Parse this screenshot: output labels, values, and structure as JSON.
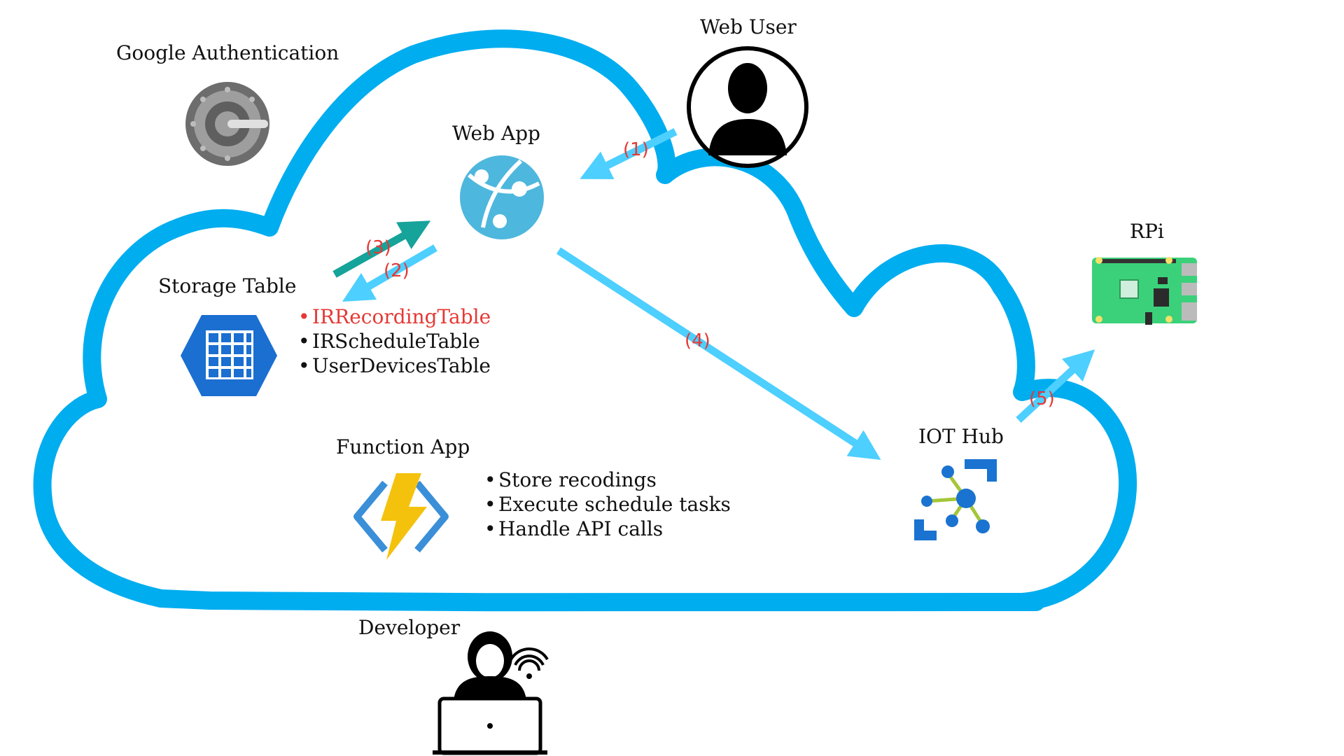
{
  "labels": {
    "google_auth": "Google Authentication",
    "web_user": "Web User",
    "web_app": "Web App",
    "rpi": "RPi",
    "storage_table": "Storage Table",
    "function_app": "Function App",
    "iot_hub": "IOT Hub",
    "developer": "Developer"
  },
  "storage_tables": [
    "IRRecordingTable",
    "IRScheduleTable",
    "UserDevicesTable"
  ],
  "function_tasks": [
    "Store recodings",
    "Execute schedule tasks",
    "Handle API calls"
  ],
  "steps": [
    "(1)",
    "(2)",
    "(3)",
    "(4)",
    "(5)"
  ],
  "bullet": "•",
  "colors": {
    "cloud": "#00adef",
    "arrow_light": "#4dcfff",
    "arrow_teal": "#15a39a",
    "highlight": "#e53935",
    "text": "#111111"
  },
  "icons": {
    "google_auth": "google-authenticator-icon",
    "web_user": "user-silhouette-icon",
    "web_app": "azure-web-app-icon",
    "rpi": "raspberry-pi-board-icon",
    "storage_table": "azure-storage-table-icon",
    "function_app": "azure-function-app-icon",
    "iot_hub": "azure-iot-hub-icon",
    "developer": "developer-laptop-icon"
  }
}
